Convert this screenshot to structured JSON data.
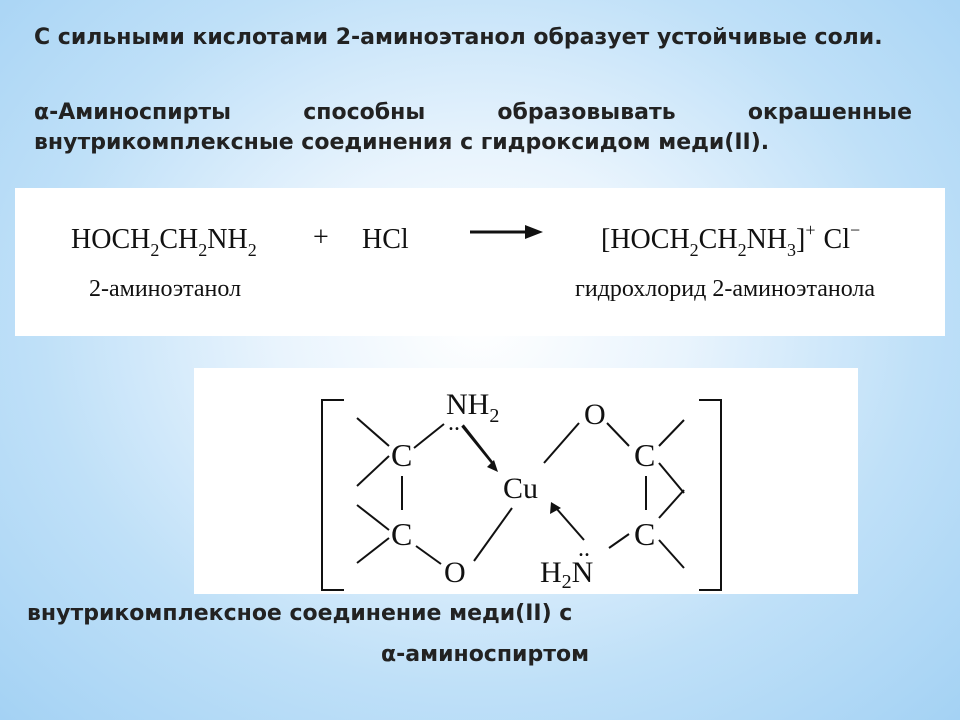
{
  "paragraphs": {
    "p1": "С сильными кислотами 2-аминоэтанол образует устойчивые соли.",
    "p2": "α-Аминоспирты способны образовывать окрашенные внутрикомплексные соединения с гидроксидом меди(II)."
  },
  "equation": {
    "reactant1": {
      "main": "HOCH",
      "sub1": "2",
      "mid": "CH",
      "sub2": "2",
      "end": "NH",
      "sub3": "2"
    },
    "plus": "+",
    "reactant2": "HCl",
    "product": {
      "open": "[HOCH",
      "sub1": "2",
      "mid": "CH",
      "sub2": "2",
      "end": "NH",
      "sub3": "3",
      "close": "]",
      "sup": "+",
      "anion": "Cl",
      "anion_sup": "−"
    },
    "label_reactant": "2-аминоэтанол",
    "label_product": "гидрохлорид 2-аминоэтанола"
  },
  "complex": {
    "nh2_top": "NH",
    "nh2_top_sub": "2",
    "o_top": "O",
    "c_top_left": "C",
    "c_bottom_left": "C",
    "c_top_right": "C",
    "c_bottom_right": "C",
    "cu": "Cu",
    "o_bottom": "O",
    "h2n_bottom": "H",
    "h2n_bottom_sub": "2",
    "h2n_bottom_n": "N",
    "lone_pair": ".."
  },
  "captions": {
    "line1": "внутрикомплексное соединение меди(II) с",
    "line2": "α-аминоспиртом"
  },
  "colors": {
    "text": "#222222",
    "ink": "#111111",
    "panel": "#ffffff"
  }
}
